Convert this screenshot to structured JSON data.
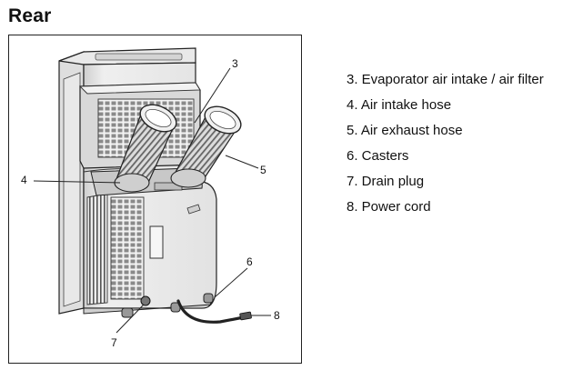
{
  "heading": "Rear",
  "callouts": {
    "c3": "3",
    "c4": "4",
    "c5": "5",
    "c6": "6",
    "c7": "7",
    "c8": "8"
  },
  "legend": [
    {
      "label": "3. Evaporator air intake / air filter"
    },
    {
      "label": "4. Air intake hose"
    },
    {
      "label": "5. Air exhaust hose"
    },
    {
      "label": "6. Casters"
    },
    {
      "label": "7. Drain plug"
    },
    {
      "label": "8. Power cord"
    }
  ]
}
